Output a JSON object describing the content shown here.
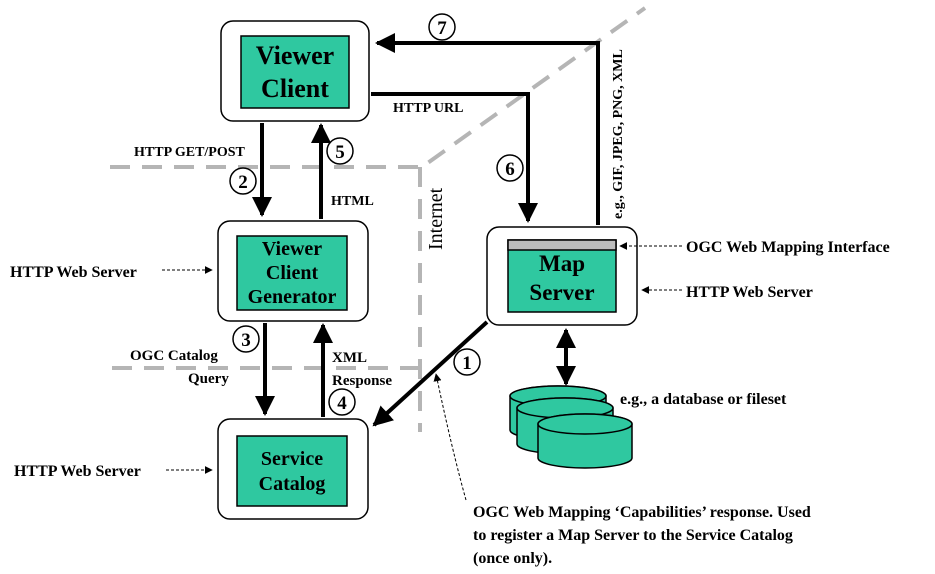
{
  "colors": {
    "component_fill": "#2fc8a0",
    "outer_box_fill": "#ffffff",
    "interface_bar": "#bdbdbd",
    "dash_line": "#b5b5b5",
    "ink": "#000000",
    "db_fill": "#2fc8a0"
  },
  "components": {
    "viewer_client": {
      "line1": "Viewer",
      "line2": "Client"
    },
    "viewer_client_generator": {
      "line1": "Viewer",
      "line2": "Client",
      "line3": "Generator"
    },
    "service_catalog": {
      "line1": "Service",
      "line2": "Catalog"
    },
    "map_server": {
      "line1": "Map",
      "line2": "Server"
    }
  },
  "steps": [
    "1",
    "2",
    "3",
    "4",
    "5",
    "6",
    "7"
  ],
  "labels": {
    "http_get_post": "HTTP GET/POST",
    "html": "HTML",
    "http_url": "HTTP URL",
    "image_formats": "e.g., GIF, JPEG, PNG, XML",
    "internet": "Internet",
    "ogc_catalog_query_1": "OGC Catalog",
    "ogc_catalog_query_2": "Query",
    "xml_response_1": "XML",
    "xml_response_2": "Response",
    "http_web_server_generator": "HTTP Web Server",
    "http_web_server_catalog": "HTTP Web Server",
    "http_web_server_map": "HTTP Web Server",
    "ogc_web_mapping_interface": "OGC Web Mapping Interface",
    "database_note": "e.g., a database or fileset",
    "capabilities_note_1": "OGC Web Mapping ‘Capabilities’ response.  Used",
    "capabilities_note_2": "to register a Map Server to the Service Catalog",
    "capabilities_note_3": "(once only)."
  }
}
